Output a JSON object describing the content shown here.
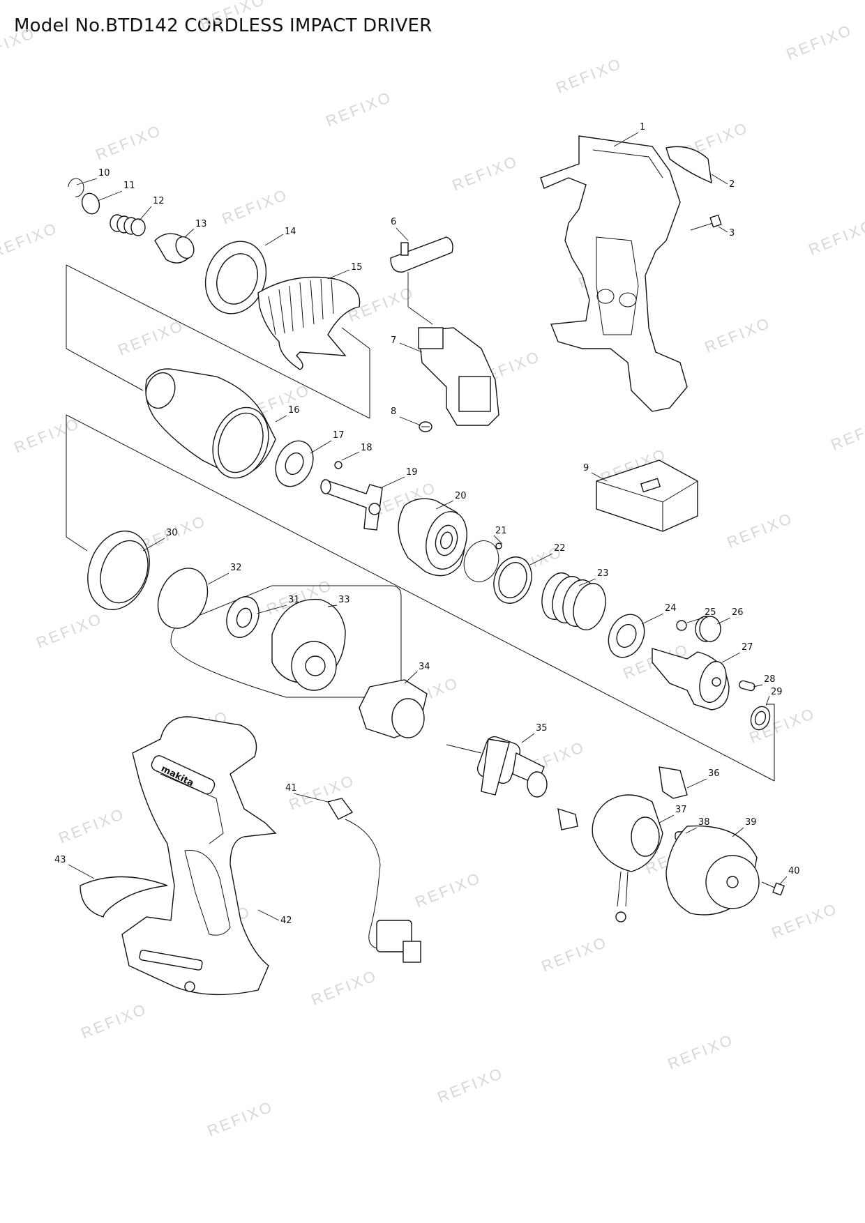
{
  "header": {
    "title": "Model No.BTD142 CORDLESS IMPACT DRIVER"
  },
  "watermark": {
    "text": "REFIXO"
  },
  "parts": [
    {
      "no": "1"
    },
    {
      "no": "2"
    },
    {
      "no": "3"
    },
    {
      "no": "6"
    },
    {
      "no": "7"
    },
    {
      "no": "8"
    },
    {
      "no": "9"
    },
    {
      "no": "10"
    },
    {
      "no": "11"
    },
    {
      "no": "12"
    },
    {
      "no": "13"
    },
    {
      "no": "14"
    },
    {
      "no": "15"
    },
    {
      "no": "16"
    },
    {
      "no": "17"
    },
    {
      "no": "18"
    },
    {
      "no": "19"
    },
    {
      "no": "20"
    },
    {
      "no": "21"
    },
    {
      "no": "22"
    },
    {
      "no": "23"
    },
    {
      "no": "24"
    },
    {
      "no": "25"
    },
    {
      "no": "26"
    },
    {
      "no": "27"
    },
    {
      "no": "28"
    },
    {
      "no": "29"
    },
    {
      "no": "30"
    },
    {
      "no": "31"
    },
    {
      "no": "32"
    },
    {
      "no": "33"
    },
    {
      "no": "34"
    },
    {
      "no": "35"
    },
    {
      "no": "36"
    },
    {
      "no": "37"
    },
    {
      "no": "38"
    },
    {
      "no": "39"
    },
    {
      "no": "40"
    },
    {
      "no": "41"
    },
    {
      "no": "42"
    },
    {
      "no": "43"
    }
  ],
  "housing_logo": "makita"
}
